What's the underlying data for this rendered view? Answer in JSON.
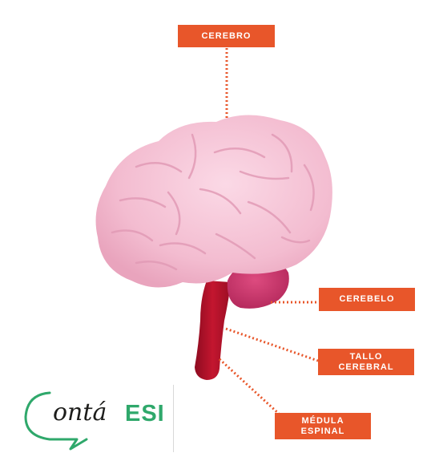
{
  "labels": {
    "cerebro": "CEREBRO",
    "cerebelo": "CEREBELO",
    "tallo_line1": "TALLO",
    "tallo_line2": "CEREBRAL",
    "medula_line1": "MÉDULA",
    "medula_line2": "ESPINAL"
  },
  "logo": {
    "word": "ontá",
    "esi": "ESI"
  },
  "colors": {
    "label_bg": "#e8562a",
    "label_text": "#ffffff",
    "leader": "#e8562a",
    "brain": "#f4bfd2",
    "cerebellum": "#c9346a",
    "brainstem": "#b3122c",
    "logo_green": "#2fa86b"
  }
}
